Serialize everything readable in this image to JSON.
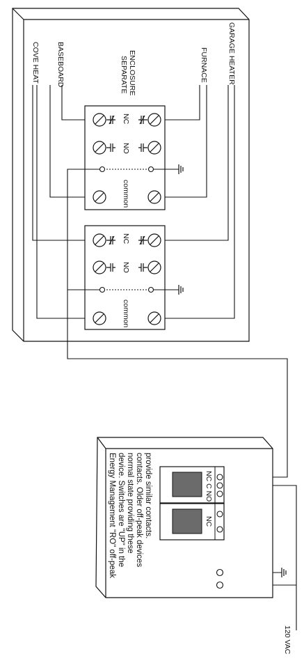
{
  "enclosure": {
    "title_line1": "SEPARATE",
    "title_line2": "ENCLOSURE",
    "loads": {
      "cove_heat": "COVE HEAT",
      "baseboard": "BASEBOARD",
      "furnace": "FURNACE",
      "garage_heater": "GARAGE HEATER"
    }
  },
  "relay_upper": {
    "nc": "NC",
    "no": "NO",
    "common": "common"
  },
  "relay_lower": {
    "nc": "NC",
    "no": "NO",
    "common": "common"
  },
  "device": {
    "description": [
      "Energy Management \"RO\" off-peak",
      "device. Switches are \"UP\" in the",
      "normal state providing these",
      "contacts. Older off-peak devices",
      "provide similar contacts."
    ],
    "switch_a_label": "NC C NO",
    "switch_b_label": "NC",
    "supply_label": "120 VAC"
  },
  "colors": {
    "line": "#111111",
    "box_fill": "#ffffff",
    "switch_fill": "#6b6b6b"
  }
}
